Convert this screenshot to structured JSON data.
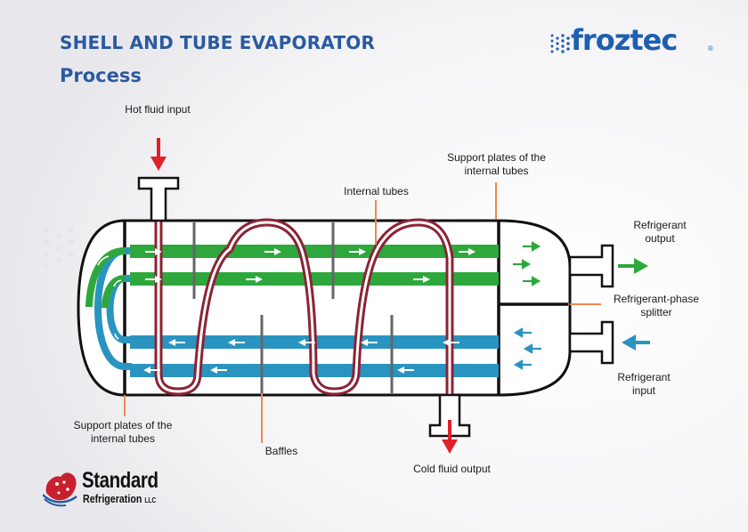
{
  "header": {
    "title": "SHELL AND TUBE EVAPORATOR",
    "subtitle": "Process"
  },
  "logo": {
    "text": "froztec",
    "mark": "®"
  },
  "labels": {
    "hot_fluid_input": "Hot fluid input",
    "support_plates_right": "Support plates of the internal tubes",
    "internal_tubes": "Internal tubes",
    "refrigerant_output": "Refrigerant output",
    "refrigerant_phase_splitter": "Refrigerant-phase splitter",
    "refrigerant_input": "Refrigerant input",
    "support_plates_left": "Support plates of the internal tubes",
    "baffles": "Baffles",
    "cold_fluid_output": "Cold fluid output"
  },
  "brand": {
    "name": "Standard",
    "sub": "Refrigeration",
    "suffix": "LLC"
  },
  "colors": {
    "title": "#2a5aa0",
    "green_tube": "#2ea83c",
    "blue_tube": "#2a94c0",
    "hot_coil": "#8b2335",
    "arrow_red": "#e0202a",
    "leader": "#ee8850",
    "shell": "#111111",
    "baffle": "#666666"
  }
}
